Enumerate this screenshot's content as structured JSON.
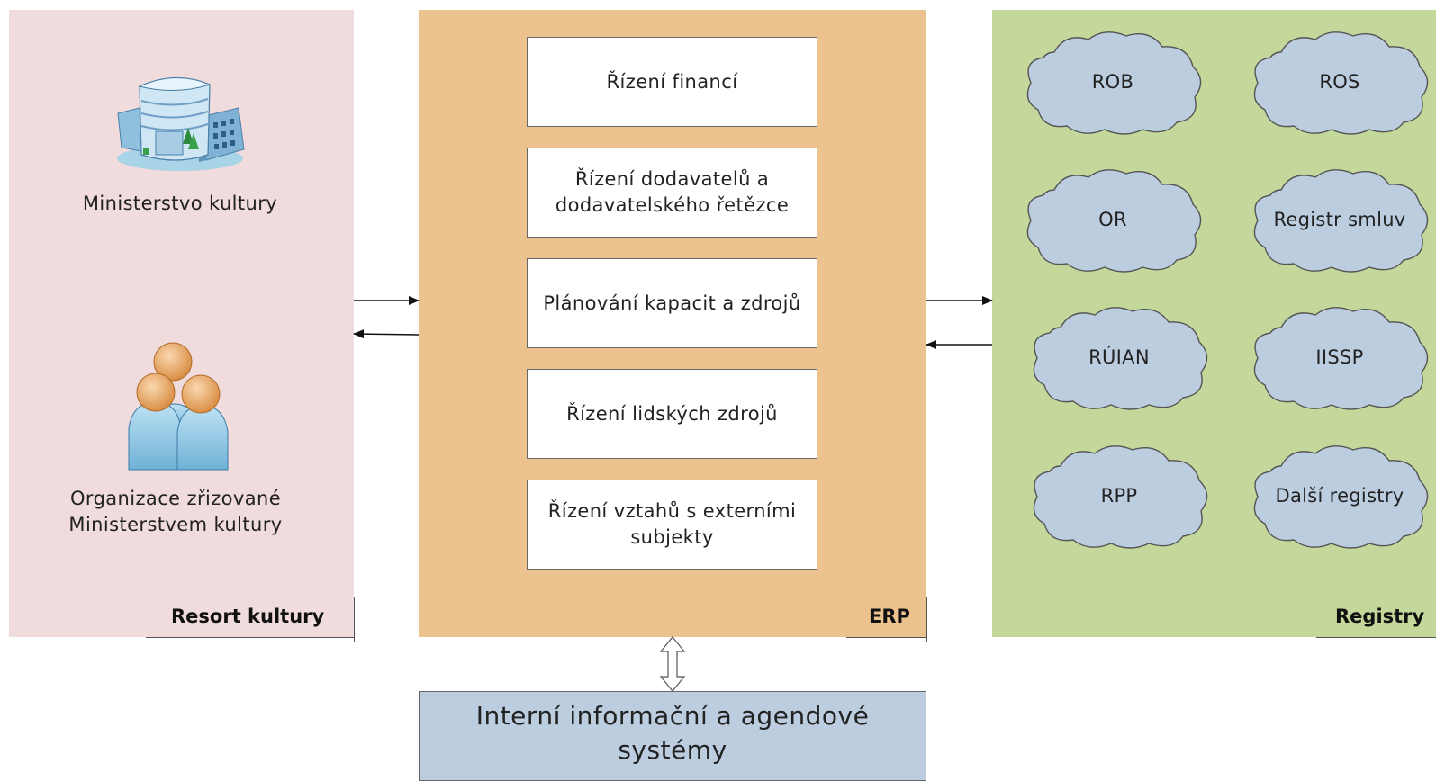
{
  "resort": {
    "label": "Resort kultury",
    "ministry_label": "Ministerstvo kultury",
    "org_line1": "Organizace zřizované",
    "org_line2": "Ministerstvem kultury"
  },
  "erp": {
    "label": "ERP",
    "modules": [
      "Řízení financí",
      "Řízení dodavatelů a dodavatelského řetězce",
      "Plánování kapacit a zdrojů",
      "Řízení lidských zdrojů",
      "Řízení vztahů s externími subjekty"
    ]
  },
  "registry": {
    "label": "Registry",
    "items": [
      "ROB",
      "ROS",
      "OR",
      "Registr smluv",
      "RÚIAN",
      "IISSP",
      "RPP",
      "Další registry"
    ]
  },
  "interni": {
    "line1": "Interní informační a agendové",
    "line2": "systémy"
  },
  "colors": {
    "resort_bg": "#f0dcdc",
    "erp_bg": "#ecc28e",
    "registry_bg": "#c5d89b",
    "cloud_fill": "#bccde0",
    "interni_bg": "#bccde0"
  },
  "icons": [
    "building-icon",
    "people-group-icon",
    "bidirectional-arrow-icon"
  ]
}
